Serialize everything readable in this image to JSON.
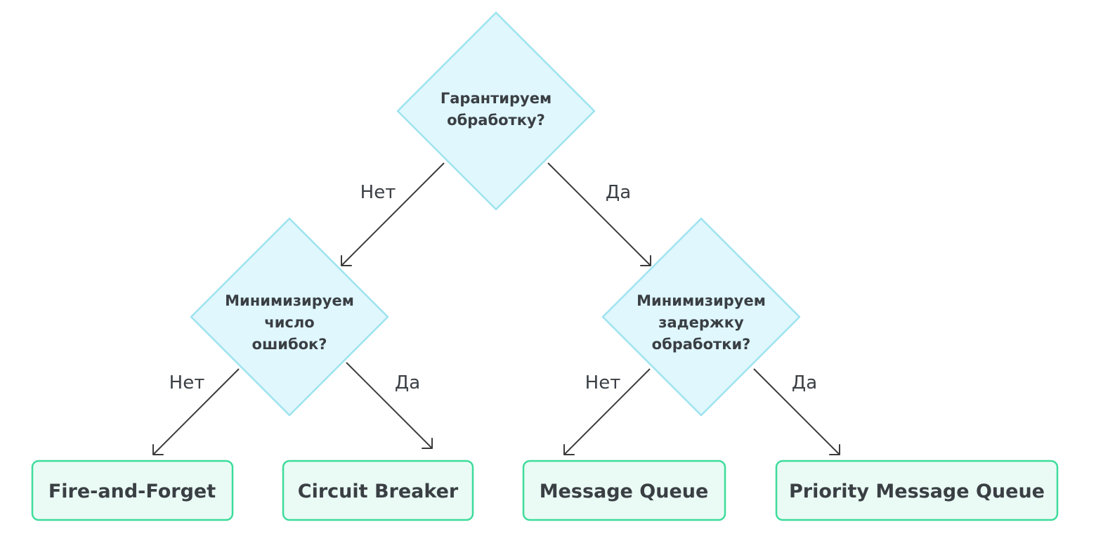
{
  "nodes": {
    "root": {
      "lines": [
        "Гарантируем",
        "обработку?"
      ]
    },
    "left_q": {
      "lines": [
        "Минимизируем",
        "число",
        "ошибок?"
      ]
    },
    "right_q": {
      "lines": [
        "Минимизируем",
        "задержку",
        "обработки?"
      ]
    },
    "leaf1": {
      "label": "Fire-and-Forget"
    },
    "leaf2": {
      "label": "Circuit Breaker"
    },
    "leaf3": {
      "label": "Message Queue"
    },
    "leaf4": {
      "label": "Priority Message Queue"
    }
  },
  "edges": {
    "root_no": "Нет",
    "root_yes": "Да",
    "left_no": "Нет",
    "left_yes": "Да",
    "right_no": "Нет",
    "right_yes": "Да"
  },
  "colors": {
    "diamond_fill": "#dff7fd",
    "diamond_stroke": "#9ee3f0",
    "leaf_fill": "#e9fbf4",
    "leaf_stroke": "#3ddc9b",
    "text": "#3a3f44"
  }
}
